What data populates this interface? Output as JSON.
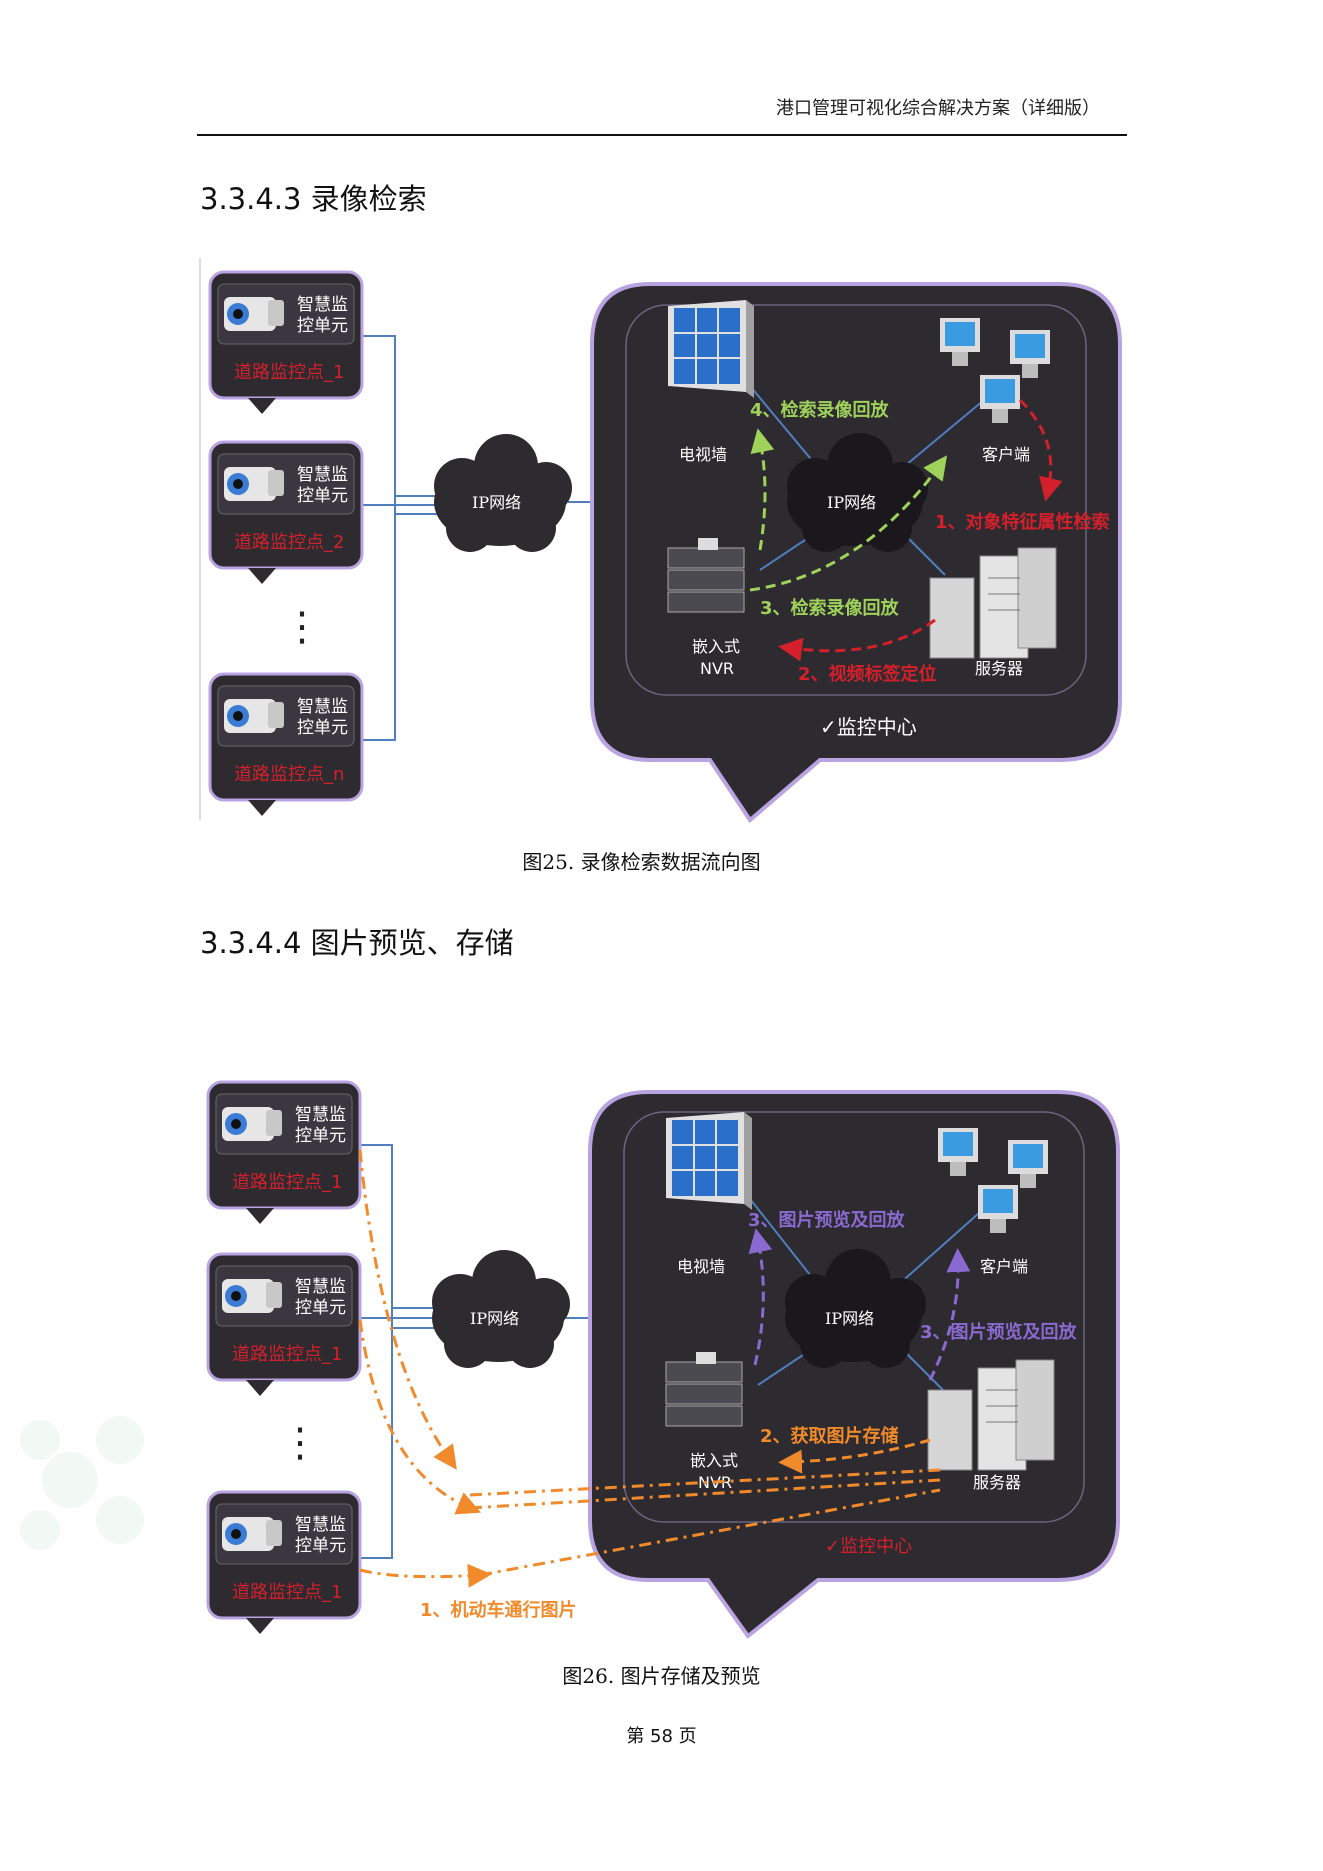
{
  "header": {
    "title": "港口管理可视化综合解决方案（详细版）"
  },
  "section1": {
    "heading": "3.3.4.3  录像检索",
    "caption": "图25.  录像检索数据流向图",
    "units": [
      {
        "unit_label": [
          "智慧监",
          "控单元"
        ],
        "point_label": "道路监控点_1"
      },
      {
        "unit_label": [
          "智慧监",
          "控单元"
        ],
        "point_label": "道路监控点_2"
      },
      {
        "unit_label": [
          "智慧监",
          "控单元"
        ],
        "point_label": "道路监控点_n"
      }
    ],
    "ellipsis": "⋮",
    "cloud_outer": "IP网络",
    "cloud_inner": "IP网络",
    "tv_wall": "电视墙",
    "client": "客户端",
    "nvr": [
      "嵌入式",
      "NVR"
    ],
    "server": "服务器",
    "center": "✓监控中心",
    "steps": {
      "s1": "1、对象特征属性检索",
      "s2": "2、视频标签定位",
      "s3": "3、检索录像回放",
      "s4": "4、检索录像回放"
    }
  },
  "section2": {
    "heading": "3.3.4.4  图片预览、存储",
    "caption": "图26.  图片存储及预览",
    "units": [
      {
        "unit_label": [
          "智慧监",
          "控单元"
        ],
        "point_label": "道路监控点_1"
      },
      {
        "unit_label": [
          "智慧监",
          "控单元"
        ],
        "point_label": "道路监控点_1"
      },
      {
        "unit_label": [
          "智慧监",
          "控单元"
        ],
        "point_label": "道路监控点_1"
      }
    ],
    "ellipsis": "⋮",
    "cloud_outer": "IP网络",
    "cloud_inner": "IP网络",
    "tv_wall": "电视墙",
    "client": "客户端",
    "nvr": [
      "嵌入式",
      "NVR"
    ],
    "server": "服务器",
    "center": "✓监控中心",
    "steps": {
      "s1": "1、机动车通行图片",
      "s2": "2、获取图片存储",
      "s3a": "3、图片预览及回放",
      "s3b": "3、图片预览及回放"
    }
  },
  "colors": {
    "panel": "#2d2a30",
    "red_label": "#d4202a",
    "green": "#9fd25a",
    "orange": "#f08a2a",
    "purple": "#8a6ad0",
    "line_blue": "#4f7fbf"
  },
  "footer": {
    "page": "第 58 页"
  }
}
